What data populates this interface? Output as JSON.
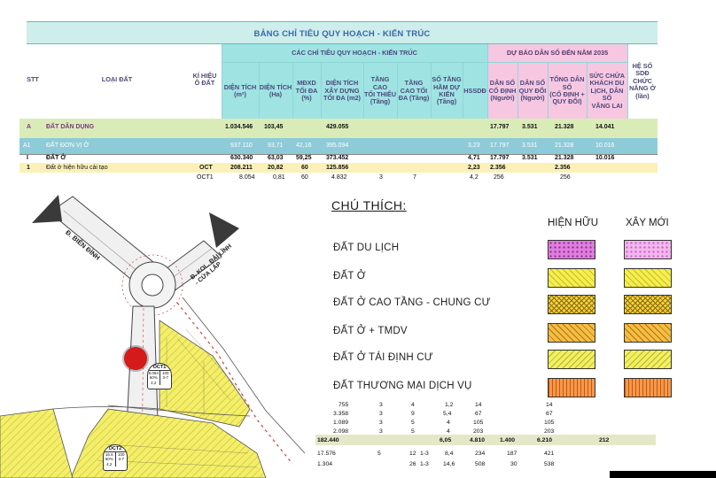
{
  "table": {
    "title": "BẢNG CHỈ TIÊU QUY HOẠCH - KIẾN TRÚC",
    "group_headers": {
      "planning": "CÁC CHỈ TIÊU QUY HOẠCH - KIẾN TRÚC",
      "forecast": "DỰ BÁO DÂN SỐ ĐẾN NĂM 2035"
    },
    "columns": {
      "stt": "STT",
      "land_type": "LOẠI ĐẤT",
      "code": "KÍ HIỆU\nÔ ĐẤT",
      "area_m2": "DIỆN TÍCH\n(m²)",
      "area_ha": "DIỆN TÍCH\n(Ha)",
      "density": "MĐXD\nTỐI ĐA\n(%)",
      "floor_area": "DIỆN TÍCH\nXÂY DỰNG\nTỐI ĐA (m2)",
      "min_floors": "TẦNG CAO\nTỐI THIỂU\n(Tầng)",
      "max_floors": "TẦNG\nCAO TỐI\nĐA (Tầng)",
      "basements": "SỐ TẦNG\nHẦM DỰ\nKIẾN\n(Tầng)",
      "far": "HSSDĐ",
      "fixed_pop": "DÂN SỐ\nCỐ ĐỊNH\n(Người)",
      "converted_pop": "DÂN SỐ\nQUY ĐỔI\n(Người)",
      "total_pop": "TỔNG DÂN\nSỐ\n(CỐ ĐỊNH +\nQUY ĐỔI)",
      "capacity": "SỨC CHỨA\nKHÁCH DU\nLỊCH, DÂN SỐ\nVÃNG LAI",
      "func_coef": "HỆ SỐ\nSDĐ\nCHỨC\nNĂNG Ở\n(lần)"
    },
    "rows": [
      {
        "stt": "A",
        "name": "ĐẤT DÂN DỤNG",
        "code": "",
        "area_m2": "1.034.546",
        "area_ha": "103,45",
        "density": "",
        "floor_area": "429.055",
        "min_floors": "",
        "max_floors": "",
        "basements": "",
        "far": "",
        "fixed_pop": "17.797",
        "converted_pop": "3.531",
        "total_pop": "21.328",
        "capacity": "14.041"
      },
      {
        "stt": "A1",
        "name": "ĐẤT ĐƠN VỊ Ở",
        "code": "",
        "area_m2": "937.110",
        "area_ha": "93,71",
        "density": "42,16",
        "floor_area": "395.094",
        "min_floors": "",
        "max_floors": "",
        "basements": "",
        "far": "3,23",
        "fixed_pop": "17.797",
        "converted_pop": "3.531",
        "total_pop": "21.328",
        "capacity": "10.016"
      },
      {
        "stt": "I",
        "name": "ĐẤT Ở",
        "code": "",
        "area_m2": "630.340",
        "area_ha": "63,03",
        "density": "59,25",
        "floor_area": "373.452",
        "min_floors": "",
        "max_floors": "",
        "basements": "",
        "far": "4,71",
        "fixed_pop": "17.797",
        "converted_pop": "3.531",
        "total_pop": "21.328",
        "capacity": "10.016"
      },
      {
        "stt": "1",
        "name": "Đất ở hiện hữu cải tạo",
        "code": "OCT",
        "area_m2": "208.211",
        "area_ha": "20,82",
        "density": "60",
        "floor_area": "125.856",
        "min_floors": "",
        "max_floors": "",
        "basements": "",
        "far": "2,23",
        "fixed_pop": "2.356",
        "converted_pop": "",
        "total_pop": "2.356",
        "capacity": ""
      },
      {
        "stt": "",
        "name": "",
        "code": "OCT1",
        "area_m2": "8.054",
        "area_ha": "0,81",
        "density": "60",
        "floor_area": "4.832",
        "min_floors": "3",
        "max_floors": "7",
        "basements": "",
        "far": "4,2",
        "fixed_pop": "256",
        "converted_pop": "",
        "total_pop": "256",
        "capacity": ""
      }
    ],
    "lower_rows": [
      {
        "floor_area": "755",
        "min_floors": "3",
        "max_floors": "4",
        "basements": "",
        "far": "1,2",
        "fixed_pop": "14",
        "converted_pop": "",
        "total_pop": "14",
        "capacity": "",
        "func_coef": ""
      },
      {
        "floor_area": "3.358",
        "min_floors": "3",
        "max_floors": "9",
        "basements": "",
        "far": "5,4",
        "fixed_pop": "67",
        "converted_pop": "",
        "total_pop": "67",
        "capacity": "",
        "func_coef": ""
      },
      {
        "floor_area": "1.089",
        "min_floors": "3",
        "max_floors": "5",
        "basements": "",
        "far": "4",
        "fixed_pop": "105",
        "converted_pop": "",
        "total_pop": "105",
        "capacity": "",
        "func_coef": ""
      },
      {
        "floor_area": "2.098",
        "min_floors": "3",
        "max_floors": "5",
        "basements": "",
        "far": "4",
        "fixed_pop": "203",
        "converted_pop": "",
        "total_pop": "203",
        "capacity": "",
        "func_coef": ""
      },
      {
        "lead": "182.440",
        "floor_area": "",
        "min_floors": "",
        "max_floors": "",
        "basements": "",
        "far": "6,05",
        "fixed_pop": "4.810",
        "converted_pop": "1.400",
        "total_pop": "6.210",
        "capacity": "212",
        "func_coef": ""
      },
      {
        "lead": "17.576",
        "floor_area": "5",
        "min_floors": "12",
        "max_floors": "1-3",
        "basements": "",
        "far": "8,4",
        "fixed_pop": "234",
        "converted_pop": "187",
        "total_pop": "421",
        "capacity": "",
        "func_coef": ""
      },
      {
        "lead": "1.304",
        "floor_area": "",
        "min_floors": "26",
        "max_floors": "1-3",
        "basements": "",
        "far": "14,6",
        "fixed_pop": "508",
        "converted_pop": "30",
        "total_pop": "538",
        "capacity": "",
        "func_coef": ""
      }
    ]
  },
  "map": {
    "road_label_1": "Đ. BIÊN ĐÌNH",
    "road_label_2": "Đ. KOL. ĐẢI LĨNH\n- CỬA LẤP",
    "lot_1": {
      "name": "OCT1",
      "details": [
        "8.054",
        "60%",
        "4,2"
      ],
      "floors": [
        "100",
        "3-7"
      ]
    },
    "lot_2": {
      "name": "OCT2",
      "details": [
        "16.6",
        "60%",
        "4,2"
      ],
      "floors": [
        "100",
        "3-7"
      ]
    },
    "marker_color": "#d41a1a"
  },
  "legend": {
    "title": "CHÚ THÍCH:",
    "col_existing": "HIỆN HỮU",
    "col_new": "XÂY MỚI",
    "items": [
      {
        "label": "ĐẤT DU LỊCH",
        "existing_color": "#e07ee0",
        "new_color": "#f3b6ee",
        "pattern": "tourism"
      },
      {
        "label": "ĐẤT Ở",
        "existing_color": "#f4ef4c",
        "new_color": "#f4ef4c",
        "pattern": "residential"
      },
      {
        "label": "ĐẤT Ở CAO TẦNG - CHUNG CƯ",
        "existing_color": "#f3d23c",
        "new_color": "#f3d23c",
        "pattern": "highrise"
      },
      {
        "label": "ĐẤT Ở + TMDV",
        "existing_color": "#f2c040",
        "new_color": "#f2c040",
        "pattern": "mixed"
      },
      {
        "label": "ĐẤT Ở TÁI ĐỊNH CƯ",
        "existing_color": "#f0f060",
        "new_color": "#f0f060",
        "pattern": "resettlement"
      },
      {
        "label": "ĐẤT THƯƠNG MẠI DỊCH VỤ",
        "existing_color": "#f79848",
        "new_color": "#f79848",
        "pattern": "commercial"
      }
    ]
  }
}
